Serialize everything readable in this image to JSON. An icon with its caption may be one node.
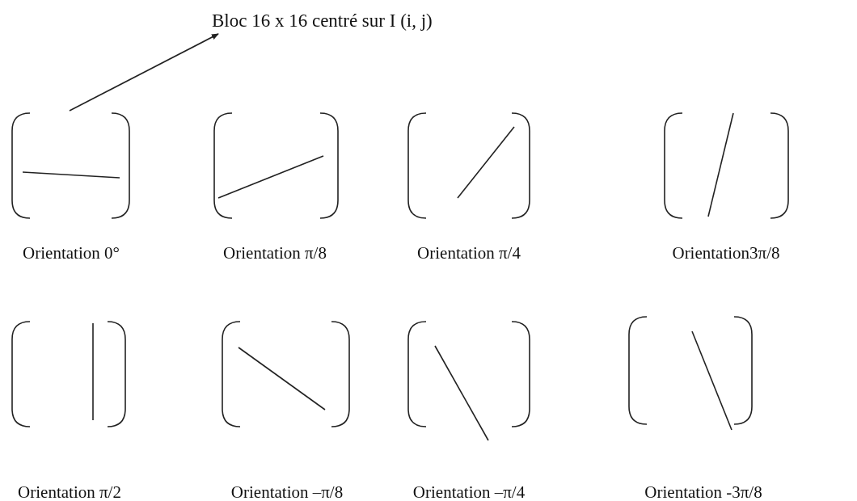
{
  "diagram": {
    "nodes": [
      {
        "text": [
          "Bloc 16 x 16 centré sur I (i, j)"
        ]
      },
      {
        "text": [],
        "shape": "picture",
        "beside": [
          "Orientation 0°"
        ]
      },
      {
        "text": [],
        "shape": "picture",
        "beside": [
          "Orientation π/8"
        ]
      },
      {
        "text": [],
        "shape": "picture",
        "beside": [
          "Orientation π/4"
        ]
      },
      {
        "text": [],
        "shape": "picture",
        "beside": [
          "Orientation3π/8"
        ]
      },
      {
        "text": [],
        "shape": "picture",
        "beside": [
          "Orientation π/2"
        ]
      },
      {
        "text": [],
        "shape": "picture",
        "beside": [
          "Orientation –π/8"
        ]
      },
      {
        "text": [],
        "shape": "picture",
        "beside": [
          "Orientation –π/4"
        ]
      },
      {
        "text": [],
        "shape": "picture",
        "beside": [
          "Orientation -3π/8"
        ]
      }
    ],
    "edges": [
      {
        "from": 1,
        "to": 0,
        "arrow": "to"
      }
    ]
  }
}
